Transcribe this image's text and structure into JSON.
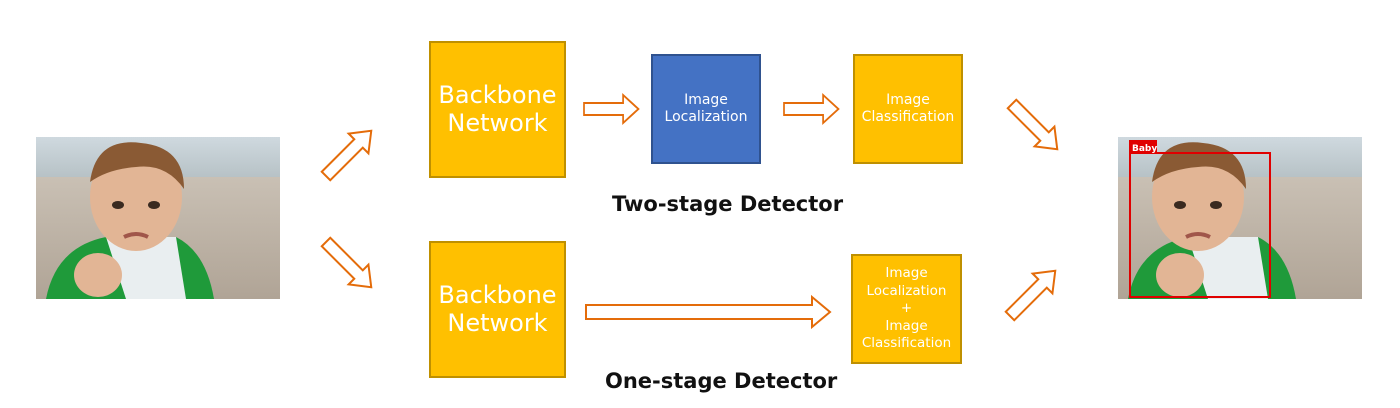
{
  "stages": {
    "top": {
      "backbone_line1": "Backbone",
      "backbone_line2": "Network",
      "localization_line1": "Image",
      "localization_line2": "Localization",
      "classification_line1": "Image",
      "classification_line2": "Classification",
      "label": "Two-stage Detector"
    },
    "bottom": {
      "backbone_line1": "Backbone",
      "backbone_line2": "Network",
      "combined_lines": [
        "Image",
        "Localization",
        "+",
        "Image",
        "Classification"
      ],
      "label": "One-stage Detector"
    }
  },
  "output": {
    "detection_tag": "Baby"
  },
  "colors": {
    "stage_box": "#FFC000",
    "stage_box_border": "#BF9000",
    "localization_box": "#4472C4",
    "arrow": "#E46C0A",
    "bounding_box": "#E00000"
  }
}
